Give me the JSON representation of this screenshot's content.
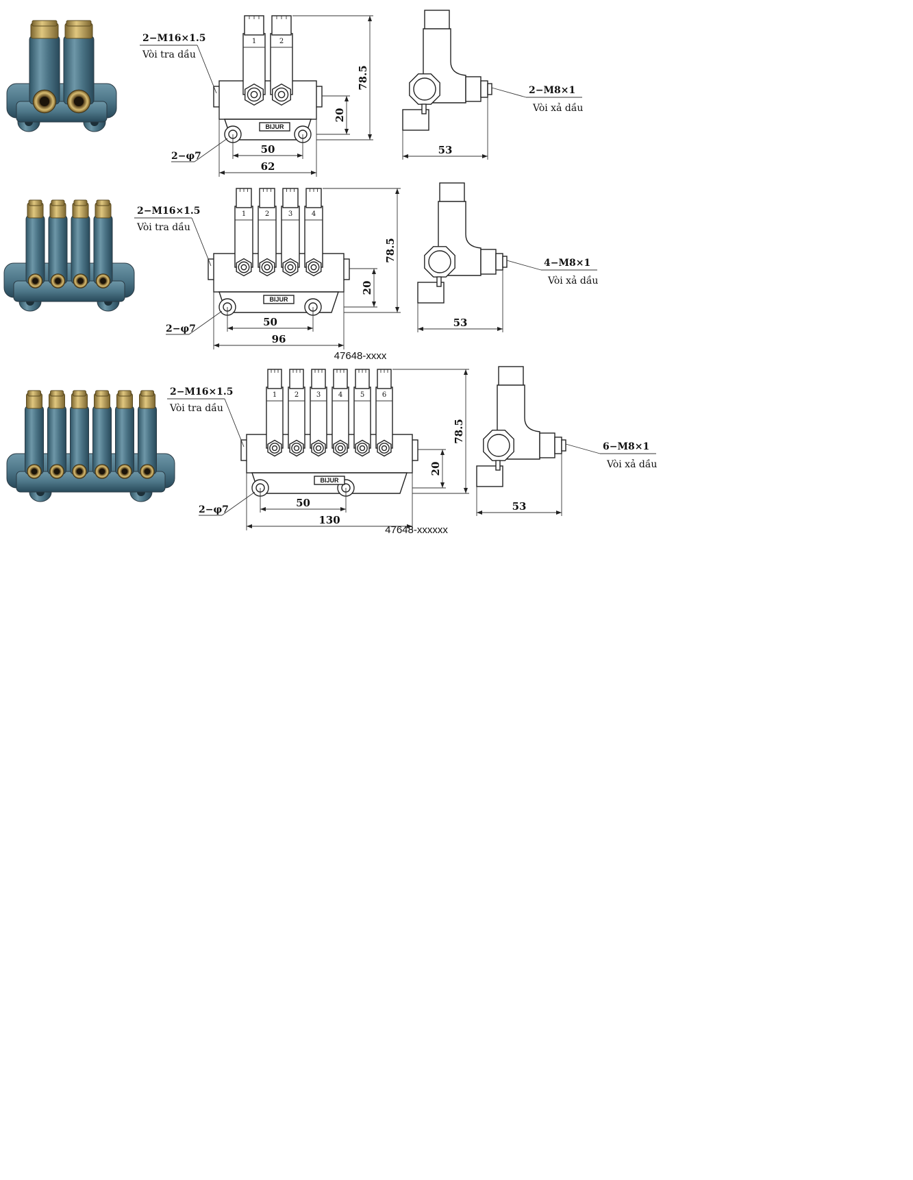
{
  "rows": [
    {
      "outlets": 2,
      "inlet_spec": "2−M16×1.5",
      "inlet_label": "Vòi tra dầu",
      "outlet_spec": "2−M8×1",
      "outlet_label": "Vòi xả dầu",
      "hole_spec": "2−φ7",
      "dim_height": "78.5",
      "dim_20": "20",
      "dim_50": "50",
      "dim_width": "62",
      "dim_side": "53",
      "brand": "BIJUR",
      "outlet_numbers": [
        "1",
        "2"
      ]
    },
    {
      "outlets": 4,
      "inlet_spec": "2−M16×1.5",
      "inlet_label": "Vòi tra dầu",
      "outlet_spec": "4−M8×1",
      "outlet_label": "Vòi xả dầu",
      "hole_spec": "2−φ7",
      "dim_height": "78.5",
      "dim_20": "20",
      "dim_50": "50",
      "dim_width": "96",
      "dim_side": "53",
      "brand": "BIJUR",
      "outlet_numbers": [
        "1",
        "2",
        "3",
        "4"
      ],
      "caption": "47648-xxxx"
    },
    {
      "outlets": 6,
      "inlet_spec": "2−M16×1.5",
      "inlet_label": "Vòi tra dầu",
      "outlet_spec": "6−M8×1",
      "outlet_label": "Vòi xả dầu",
      "hole_spec": "2−φ7",
      "dim_height": "78.5",
      "dim_20": "20",
      "dim_50": "50",
      "dim_width": "130",
      "dim_side": "53",
      "brand": "BIJUR",
      "outlet_numbers": [
        "1",
        "2",
        "3",
        "4",
        "5",
        "6"
      ],
      "caption": "47648-xxxxxx"
    }
  ],
  "colors": {
    "metal": "#4d7688",
    "brass": "#b89a52",
    "line": "#222222"
  }
}
